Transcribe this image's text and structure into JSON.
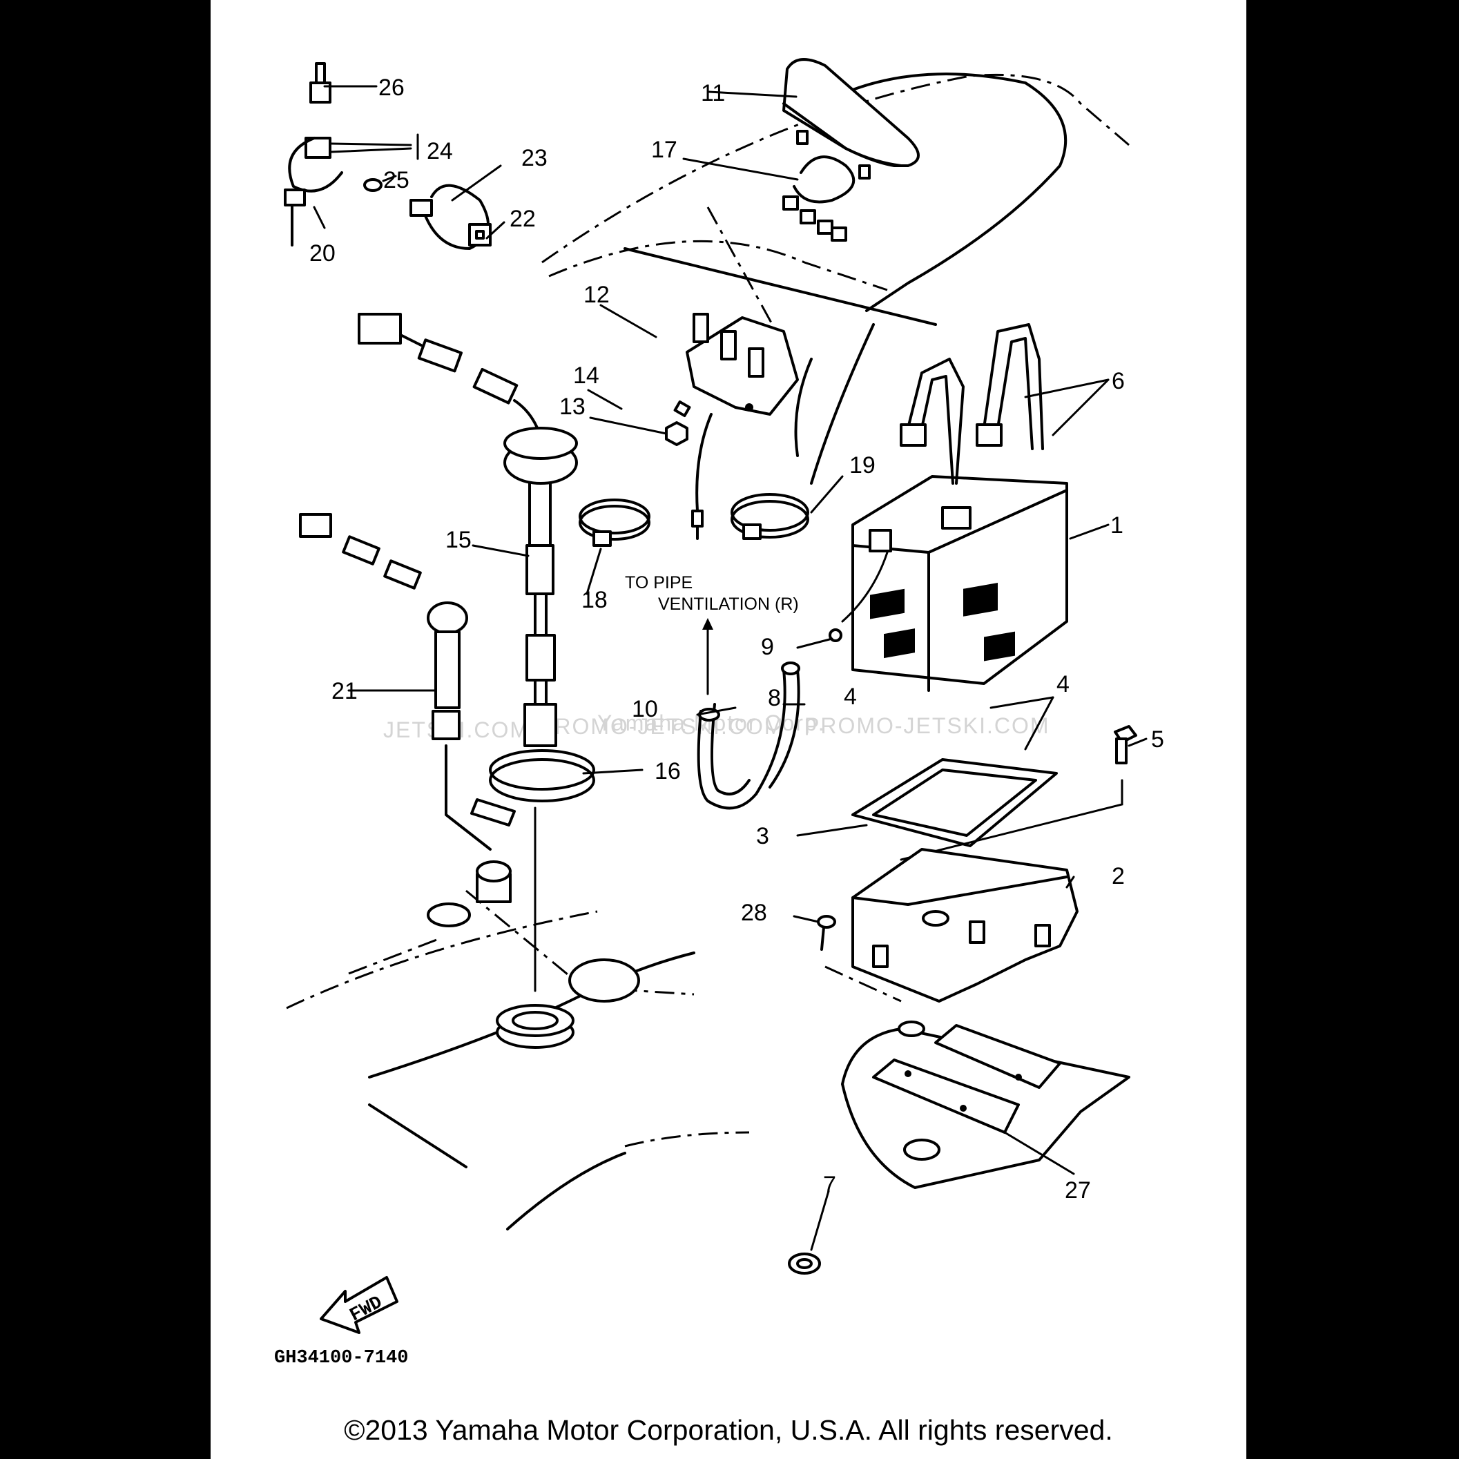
{
  "diagram": {
    "part_numbers": [
      "1",
      "2",
      "3",
      "4",
      "4",
      "5",
      "6",
      "7",
      "8",
      "9",
      "10",
      "11",
      "12",
      "13",
      "14",
      "15",
      "16",
      "17",
      "18",
      "19",
      "20",
      "21",
      "22",
      "23",
      "24",
      "25",
      "26",
      "27",
      "28"
    ],
    "note_line1": "TO PIPE",
    "note_line2": "VENTILATION (R)",
    "fwd_label": "FWD",
    "drawing_code": "GH34100-7140"
  },
  "watermarks": {
    "left": "JETSKI.COM",
    "center": "PROMO-JETSKI.COM",
    "middle": "Yamaha Motor Corp.",
    "right": "PROMO-JETSKI.COM"
  },
  "footer": {
    "copyright": "©2013 Yamaha Motor Corporation, U.S.A. All rights reserved."
  }
}
